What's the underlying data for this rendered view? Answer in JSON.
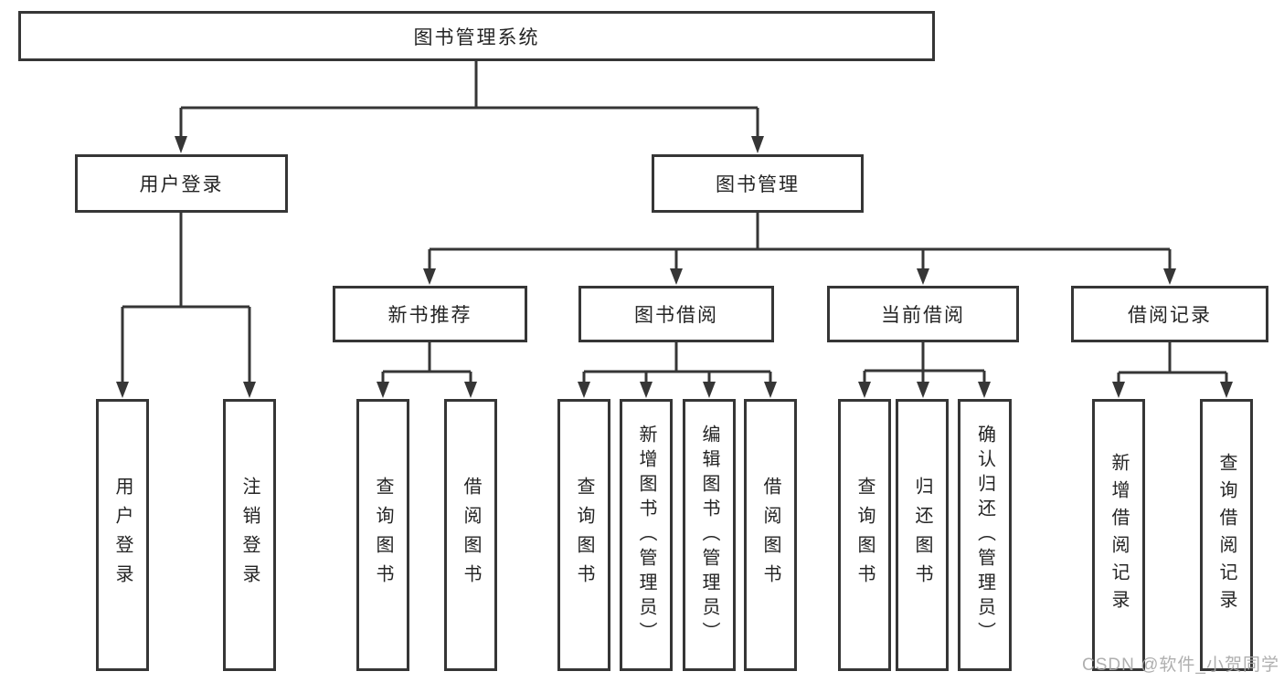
{
  "tree": {
    "label": "图书管理系统",
    "children": [
      {
        "label": "用户登录",
        "children": [
          {
            "label": "用户登录"
          },
          {
            "label": "注销登录"
          }
        ]
      },
      {
        "label": "图书管理",
        "children": [
          {
            "label": "新书推荐",
            "children": [
              {
                "label": "查询图书"
              },
              {
                "label": "借阅图书"
              }
            ]
          },
          {
            "label": "图书借阅",
            "children": [
              {
                "label": "查询图书"
              },
              {
                "label": "新增图书（管理员）"
              },
              {
                "label": "编辑图书（管理员）"
              },
              {
                "label": "借阅图书"
              }
            ]
          },
          {
            "label": "当前借阅",
            "children": [
              {
                "label": "查询图书"
              },
              {
                "label": "归还图书"
              },
              {
                "label": "确认归还（管理员）"
              }
            ]
          },
          {
            "label": "借阅记录",
            "children": [
              {
                "label": "新增借阅记录"
              },
              {
                "label": "查询借阅记录"
              }
            ]
          }
        ]
      }
    ]
  },
  "watermark": {
    "text": "CSDN @软件_小贺同学"
  },
  "colors": {
    "line": "#363636",
    "box_border": "#363636",
    "box_fill": "#ffffff",
    "text": "#242424",
    "watermark": "#a8a8a8"
  }
}
